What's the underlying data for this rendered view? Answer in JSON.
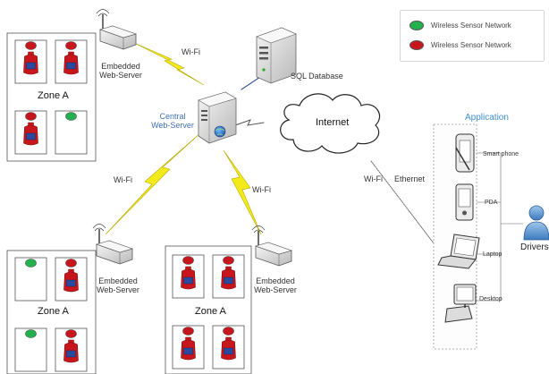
{
  "legend": {
    "items": [
      {
        "label": "Wireless Sensor Network",
        "color": "#22b14c"
      },
      {
        "label": "Wireless Sensor Network",
        "color": "#c8161d"
      }
    ]
  },
  "zones": [
    {
      "title": "Zone A",
      "sensors": [
        "red",
        "red",
        "red",
        "green"
      ]
    },
    {
      "title": "Zone A",
      "sensors": [
        "green",
        "red",
        "green",
        "red"
      ]
    },
    {
      "title": "Zone A",
      "sensors": [
        "red",
        "red",
        "red",
        "red"
      ]
    }
  ],
  "servers": {
    "embedded_line1": "Embedded",
    "embedded_line2": "Web-Server",
    "central_line1": "Central",
    "central_line2": "Web-Server"
  },
  "database_label": "SQL Database",
  "internet_label": "Internet",
  "links": {
    "wifi": "Wi-Fi",
    "ethernet": "Ethernet"
  },
  "application": {
    "title": "Application",
    "devices": [
      "Smart phone",
      "PDA",
      "Laptop",
      "Desktop"
    ],
    "user_label": "Drivers"
  },
  "colors": {
    "green_sensor": "#22b14c",
    "red_sensor": "#c8161d",
    "app_title": "#3f8fd2",
    "lightning": "#f2ea1a"
  }
}
